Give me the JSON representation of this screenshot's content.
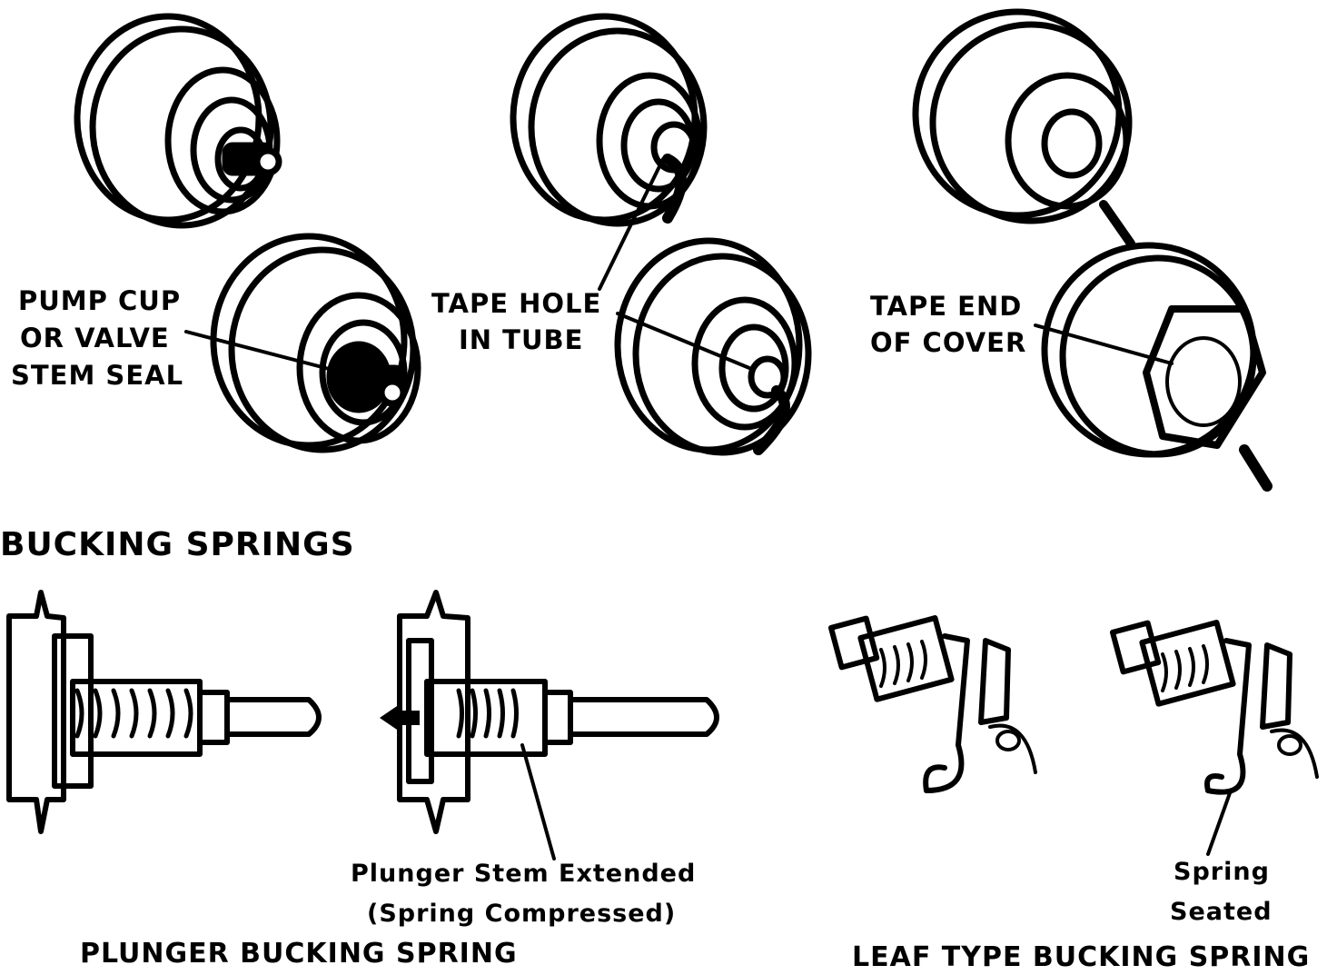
{
  "labels": {
    "pump_cup_1": "PUMP CUP",
    "pump_cup_2": "OR VALVE",
    "pump_cup_3": "STEM SEAL",
    "tape_hole_1": "TAPE HOLE",
    "tape_hole_2": "IN TUBE",
    "tape_end_1": "TAPE END",
    "tape_end_2": "OF COVER",
    "heading": "BUCKING SPRINGS",
    "plunger_stem_1": "Plunger Stem Extended",
    "plunger_stem_2": "(Spring Compressed)",
    "plunger_caption": "PLUNGER BUCKING SPRING",
    "spring_seated_1": "Spring",
    "spring_seated_2": "Seated",
    "leaf_caption": "LEAF TYPE BUCKING SPRING"
  }
}
